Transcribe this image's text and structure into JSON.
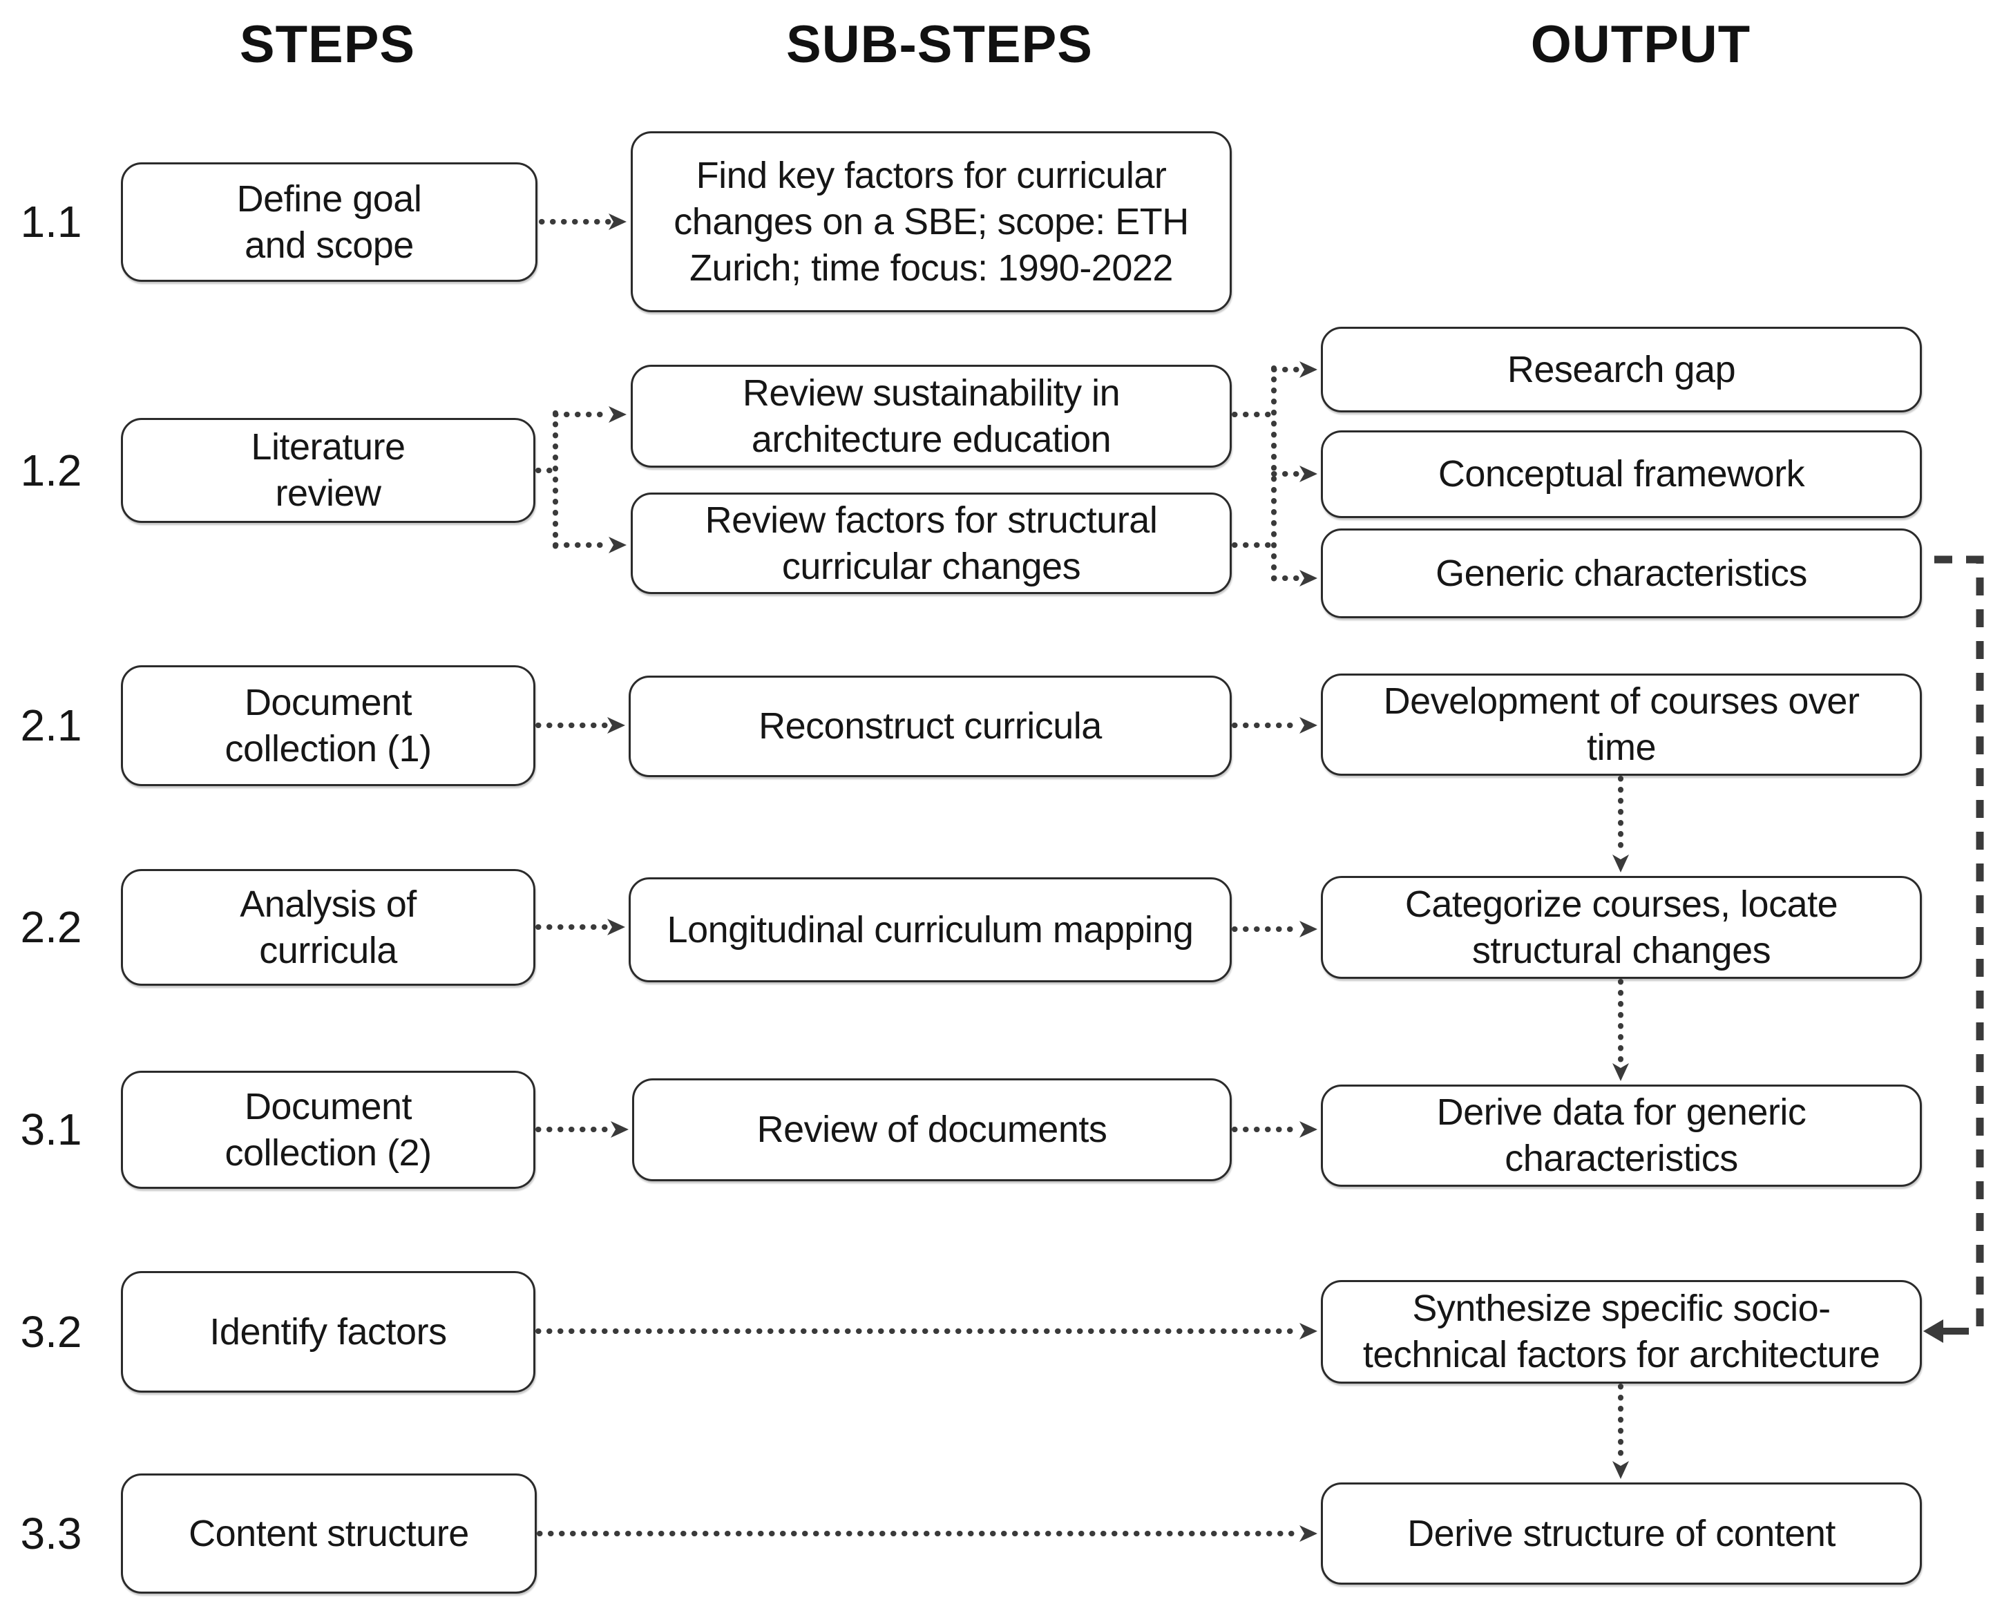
{
  "headers": {
    "steps": "STEPS",
    "sub_steps": "SUB-STEPS",
    "output": "OUTPUT"
  },
  "steps": [
    {
      "number": "1.1",
      "label": "Define goal\nand scope"
    },
    {
      "number": "1.2",
      "label": "Literature\nreview"
    },
    {
      "number": "2.1",
      "label": "Document\ncollection (1)"
    },
    {
      "number": "2.2",
      "label": "Analysis of\ncurricula"
    },
    {
      "number": "3.1",
      "label": "Document\ncollection (2)"
    },
    {
      "number": "3.2",
      "label": "Identify factors"
    },
    {
      "number": "3.3",
      "label": "Content structure"
    }
  ],
  "sub_steps": [
    {
      "label": "Find key factors for curricular\nchanges on a SBE; scope: ETH\nZurich; time focus: 1990-2022"
    },
    {
      "label": "Review sustainability in\narchitecture education"
    },
    {
      "label": "Review factors for structural\ncurricular changes"
    },
    {
      "label": "Reconstruct curricula"
    },
    {
      "label": "Longitudinal curriculum mapping"
    },
    {
      "label": "Review of documents"
    }
  ],
  "outputs": [
    {
      "label": "Research gap"
    },
    {
      "label": "Conceptual framework"
    },
    {
      "label": "Generic characteristics"
    },
    {
      "label": "Development of courses over\ntime"
    },
    {
      "label": "Categorize courses, locate\nstructural changes"
    },
    {
      "label": "Derive data for generic\ncharacteristics"
    },
    {
      "label": "Synthesize specific socio-\ntechnical factors for architecture"
    },
    {
      "label": "Derive structure of content"
    }
  ],
  "colors": {
    "ink": "#161616",
    "border": "#2b2b2b",
    "connector": "#3a3a3a",
    "background": "#ffffff"
  }
}
